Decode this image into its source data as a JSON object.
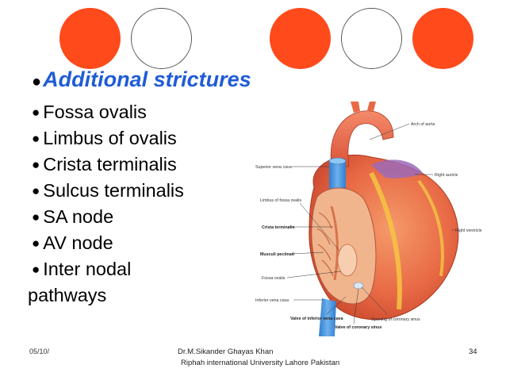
{
  "slide": {
    "heading": "Additional strictures",
    "items": [
      "Fossa ovalis",
      "Limbus of ovalis",
      "Crista terminalis",
      "Sulcus terminalis",
      "SA node",
      "AV node"
    ],
    "last_item_line1": "Inter nodal",
    "last_item_line2": "pathways"
  },
  "footer": {
    "date": "05/10/",
    "author_line1": "Dr.M.Sikander Ghayas Khan",
    "author_line2": "Riphah international University Lahore Pakistan",
    "page_number": "34"
  },
  "diagram_labels": {
    "arch_of_aorta": "Arch of aorta",
    "superior_vena_cava": "Superior vena cava",
    "right_auricle": "Right auricle",
    "limbus_of_fossa_ovalis": "Limbus of fossa ovalis",
    "crista_terminalis": "Crista terminalis",
    "right_ventricle": "Right ventricle",
    "musculi_pectinati": "Musculi pectinati",
    "fossa_ovalis": "Fossa ovalis",
    "inferior_vena_cava": "Inferior vena cava",
    "valve_of_inferior_vena_cava": "Valve of inferior vena cava",
    "opening_of_coronary_sinus": "Opening of coronary sinus",
    "valve_of_coronary_sinus": "Valve of coronary sinus"
  },
  "colors": {
    "accent_red": "#ff4a1c",
    "heading_blue": "#1f5cd6"
  }
}
